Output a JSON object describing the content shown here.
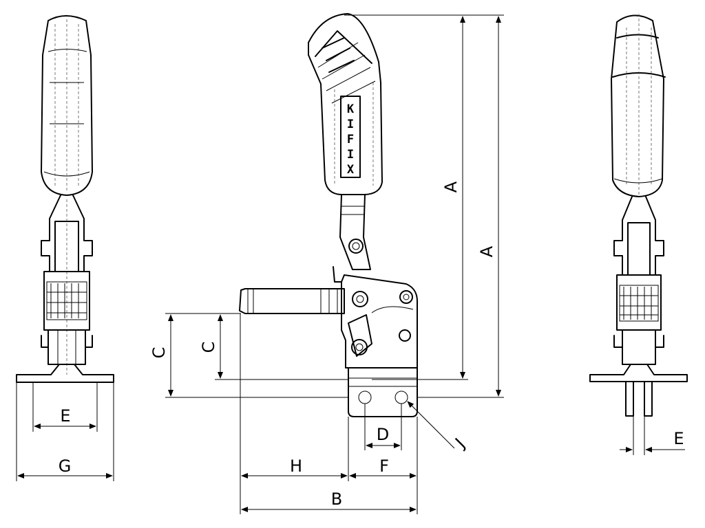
{
  "brand": {
    "letters": [
      "K",
      "I",
      "F",
      "I",
      "X"
    ]
  },
  "dimensions": {
    "A_inner": "A",
    "A_outer": "A",
    "C_outer": "C",
    "C_inner": "C",
    "H": "H",
    "F": "F",
    "D": "D",
    "B": "B",
    "J": "J",
    "E_left": "E",
    "G": "G",
    "E_right": "E"
  }
}
